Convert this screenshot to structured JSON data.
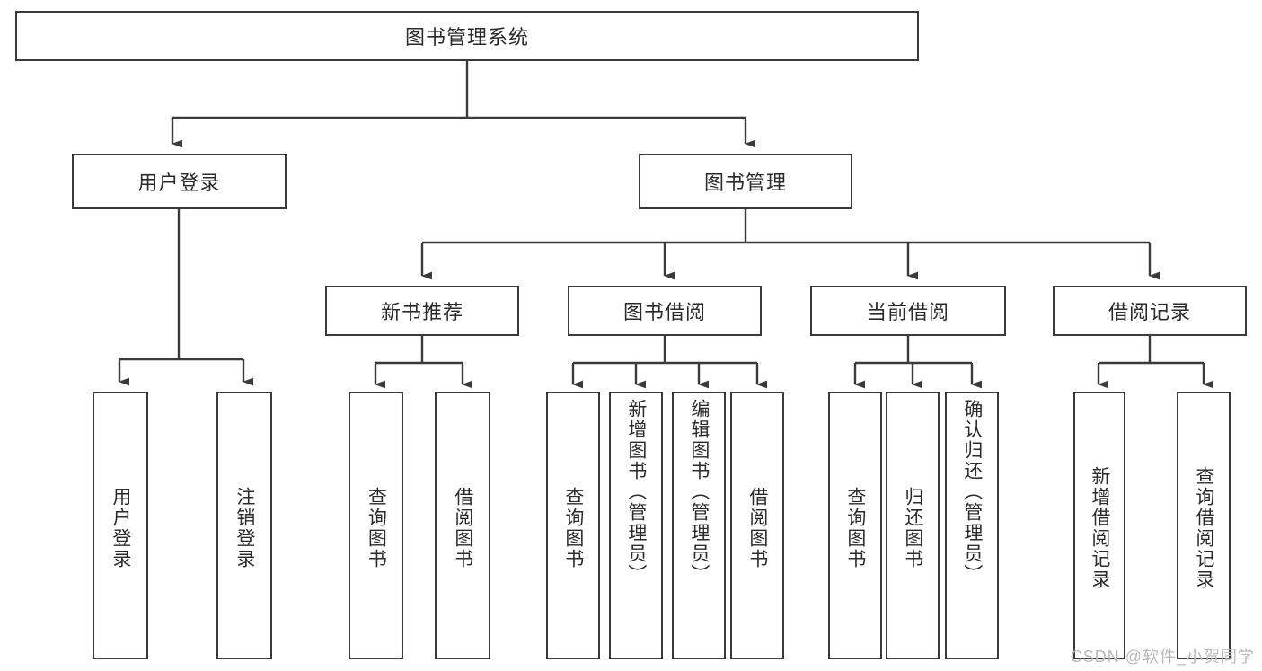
{
  "diagram": {
    "title": "图书管理系统",
    "type": "tree-hierarchy",
    "watermark": "CSDN @软件_小贺同学",
    "colors": {
      "stroke": "#3a3a3a",
      "text": "#2b2b2b",
      "background": "#ffffff",
      "watermark": "#b9b9b9"
    },
    "root": {
      "label": "图书管理系统"
    },
    "level2": [
      {
        "id": "user-login",
        "label": "用户登录"
      },
      {
        "id": "book-manage",
        "label": "图书管理"
      }
    ],
    "level3": [
      {
        "id": "new-book-recommend",
        "label": "新书推荐",
        "parent": "book-manage"
      },
      {
        "id": "book-borrow",
        "label": "图书借阅",
        "parent": "book-manage"
      },
      {
        "id": "current-borrow",
        "label": "当前借阅",
        "parent": "book-manage"
      },
      {
        "id": "borrow-record",
        "label": "借阅记录",
        "parent": "book-manage"
      }
    ],
    "leaves": [
      {
        "id": "leaf-user-login",
        "label": "用户登录",
        "parent": "user-login"
      },
      {
        "id": "leaf-logout",
        "label": "注销登录",
        "parent": "user-login"
      },
      {
        "id": "leaf-query-book-1",
        "label": "查询图书",
        "parent": "new-book-recommend"
      },
      {
        "id": "leaf-borrow-book-1",
        "label": "借阅图书",
        "parent": "new-book-recommend"
      },
      {
        "id": "leaf-query-book-2",
        "label": "查询图书",
        "parent": "book-borrow"
      },
      {
        "id": "leaf-add-book",
        "label": "新增图书（管理员）",
        "parent": "book-borrow"
      },
      {
        "id": "leaf-edit-book",
        "label": "编辑图书（管理员）",
        "parent": "book-borrow"
      },
      {
        "id": "leaf-borrow-book-2",
        "label": "借阅图书",
        "parent": "book-borrow"
      },
      {
        "id": "leaf-query-book-3",
        "label": "查询图书",
        "parent": "current-borrow"
      },
      {
        "id": "leaf-return-book",
        "label": "归还图书",
        "parent": "current-borrow"
      },
      {
        "id": "leaf-confirm-return",
        "label": "确认归还（管理员）",
        "parent": "current-borrow"
      },
      {
        "id": "leaf-add-record",
        "label": "新增借阅记录",
        "parent": "borrow-record"
      },
      {
        "id": "leaf-query-record",
        "label": "查询借阅记录",
        "parent": "borrow-record"
      }
    ]
  }
}
